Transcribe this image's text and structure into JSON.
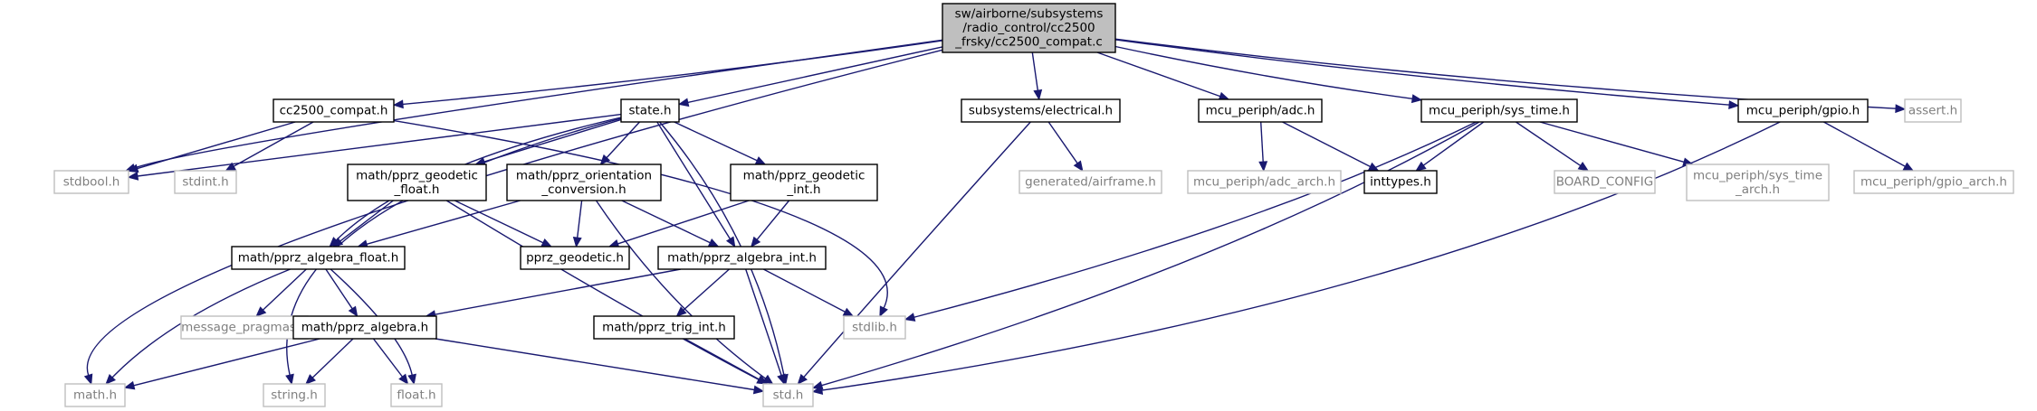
{
  "colors": {
    "edge": "#191970",
    "root_fill": "#bfbfbf",
    "node_border": "#000000",
    "external_border": "#bfbfbf",
    "external_text": "#7f7f7f",
    "node_text": "#000000"
  },
  "nodes": [
    {
      "id": "root",
      "lines": [
        "sw/airborne/subsystems",
        "/radio_control/cc2500",
        "_frsky/cc2500_compat.c"
      ],
      "kind": "root"
    },
    {
      "id": "cc2500_compat_h",
      "lines": [
        "cc2500_compat.h"
      ],
      "kind": "linked"
    },
    {
      "id": "state_h",
      "lines": [
        "state.h"
      ],
      "kind": "linked"
    },
    {
      "id": "electrical_h",
      "lines": [
        "subsystems/electrical.h"
      ],
      "kind": "linked"
    },
    {
      "id": "adc_h",
      "lines": [
        "mcu_periph/adc.h"
      ],
      "kind": "linked"
    },
    {
      "id": "sys_time_h",
      "lines": [
        "mcu_periph/sys_time.h"
      ],
      "kind": "linked"
    },
    {
      "id": "gpio_h",
      "lines": [
        "mcu_periph/gpio.h"
      ],
      "kind": "linked"
    },
    {
      "id": "assert_h",
      "lines": [
        "assert.h"
      ],
      "kind": "external"
    },
    {
      "id": "stdbool_h",
      "lines": [
        "stdbool.h"
      ],
      "kind": "external"
    },
    {
      "id": "stdint_h",
      "lines": [
        "stdint.h"
      ],
      "kind": "external"
    },
    {
      "id": "geodetic_float_h",
      "lines": [
        "math/pprz_geodetic",
        "_float.h"
      ],
      "kind": "linked"
    },
    {
      "id": "orientation_h",
      "lines": [
        "math/pprz_orientation",
        "_conversion.h"
      ],
      "kind": "linked"
    },
    {
      "id": "geodetic_int_h",
      "lines": [
        "math/pprz_geodetic",
        "_int.h"
      ],
      "kind": "linked"
    },
    {
      "id": "airframe_h",
      "lines": [
        "generated/airframe.h"
      ],
      "kind": "external"
    },
    {
      "id": "adc_arch_h",
      "lines": [
        "mcu_periph/adc_arch.h"
      ],
      "kind": "external"
    },
    {
      "id": "inttypes_h",
      "lines": [
        "inttypes.h"
      ],
      "kind": "linked"
    },
    {
      "id": "board_config",
      "lines": [
        "BOARD_CONFIG"
      ],
      "kind": "external"
    },
    {
      "id": "sys_time_arch_h",
      "lines": [
        "mcu_periph/sys_time",
        "_arch.h"
      ],
      "kind": "external"
    },
    {
      "id": "gpio_arch_h",
      "lines": [
        "mcu_periph/gpio_arch.h"
      ],
      "kind": "external"
    },
    {
      "id": "algebra_float_h",
      "lines": [
        "math/pprz_algebra_float.h"
      ],
      "kind": "linked"
    },
    {
      "id": "pprz_geodetic_h",
      "lines": [
        "pprz_geodetic.h"
      ],
      "kind": "linked"
    },
    {
      "id": "algebra_int_h",
      "lines": [
        "math/pprz_algebra_int.h"
      ],
      "kind": "linked"
    },
    {
      "id": "message_pragmas_h",
      "lines": [
        "message_pragmas.h"
      ],
      "kind": "external"
    },
    {
      "id": "algebra_h",
      "lines": [
        "math/pprz_algebra.h"
      ],
      "kind": "linked"
    },
    {
      "id": "trig_int_h",
      "lines": [
        "math/pprz_trig_int.h"
      ],
      "kind": "linked"
    },
    {
      "id": "stdlib_h",
      "lines": [
        "stdlib.h"
      ],
      "kind": "external"
    },
    {
      "id": "math_h",
      "lines": [
        "math.h"
      ],
      "kind": "external"
    },
    {
      "id": "string_h",
      "lines": [
        "string.h"
      ],
      "kind": "external"
    },
    {
      "id": "float_h",
      "lines": [
        "float.h"
      ],
      "kind": "external"
    },
    {
      "id": "std_h",
      "lines": [
        "std.h"
      ],
      "kind": "external"
    }
  ],
  "edges": [
    [
      "root",
      "cc2500_compat_h"
    ],
    [
      "root",
      "state_h"
    ],
    [
      "root",
      "electrical_h"
    ],
    [
      "root",
      "adc_h"
    ],
    [
      "root",
      "sys_time_h"
    ],
    [
      "root",
      "gpio_h"
    ],
    [
      "root",
      "assert_h"
    ],
    [
      "root",
      "stdbool_h"
    ],
    [
      "root",
      "math_h"
    ],
    [
      "cc2500_compat_h",
      "stdbool_h"
    ],
    [
      "cc2500_compat_h",
      "stdint_h"
    ],
    [
      "cc2500_compat_h",
      "stdlib_h"
    ],
    [
      "state_h",
      "stdbool_h"
    ],
    [
      "state_h",
      "geodetic_float_h"
    ],
    [
      "state_h",
      "orientation_h"
    ],
    [
      "state_h",
      "geodetic_int_h"
    ],
    [
      "state_h",
      "algebra_float_h"
    ],
    [
      "state_h",
      "algebra_int_h"
    ],
    [
      "state_h",
      "string_h"
    ],
    [
      "state_h",
      "std_h"
    ],
    [
      "geodetic_float_h",
      "algebra_float_h"
    ],
    [
      "geodetic_float_h",
      "pprz_geodetic_h"
    ],
    [
      "geodetic_float_h",
      "std_h"
    ],
    [
      "orientation_h",
      "algebra_float_h"
    ],
    [
      "orientation_h",
      "pprz_geodetic_h"
    ],
    [
      "orientation_h",
      "algebra_int_h"
    ],
    [
      "orientation_h",
      "std_h"
    ],
    [
      "geodetic_int_h",
      "pprz_geodetic_h"
    ],
    [
      "geodetic_int_h",
      "algebra_int_h"
    ],
    [
      "algebra_float_h",
      "math_h"
    ],
    [
      "algebra_float_h",
      "message_pragmas_h"
    ],
    [
      "algebra_float_h",
      "algebra_h"
    ],
    [
      "algebra_float_h",
      "float_h"
    ],
    [
      "algebra_int_h",
      "algebra_h"
    ],
    [
      "algebra_int_h",
      "trig_int_h"
    ],
    [
      "algebra_int_h",
      "stdlib_h"
    ],
    [
      "algebra_int_h",
      "std_h"
    ],
    [
      "algebra_h",
      "math_h"
    ],
    [
      "algebra_h",
      "string_h"
    ],
    [
      "algebra_h",
      "float_h"
    ],
    [
      "algebra_h",
      "std_h"
    ],
    [
      "trig_int_h",
      "std_h"
    ],
    [
      "electrical_h",
      "airframe_h"
    ],
    [
      "electrical_h",
      "std_h"
    ],
    [
      "adc_h",
      "adc_arch_h"
    ],
    [
      "adc_h",
      "inttypes_h"
    ],
    [
      "sys_time_h",
      "inttypes_h"
    ],
    [
      "sys_time_h",
      "board_config"
    ],
    [
      "sys_time_h",
      "sys_time_arch_h"
    ],
    [
      "sys_time_h",
      "stdlib_h"
    ],
    [
      "sys_time_h",
      "std_h"
    ],
    [
      "gpio_h",
      "gpio_arch_h"
    ],
    [
      "gpio_h",
      "std_h"
    ]
  ]
}
